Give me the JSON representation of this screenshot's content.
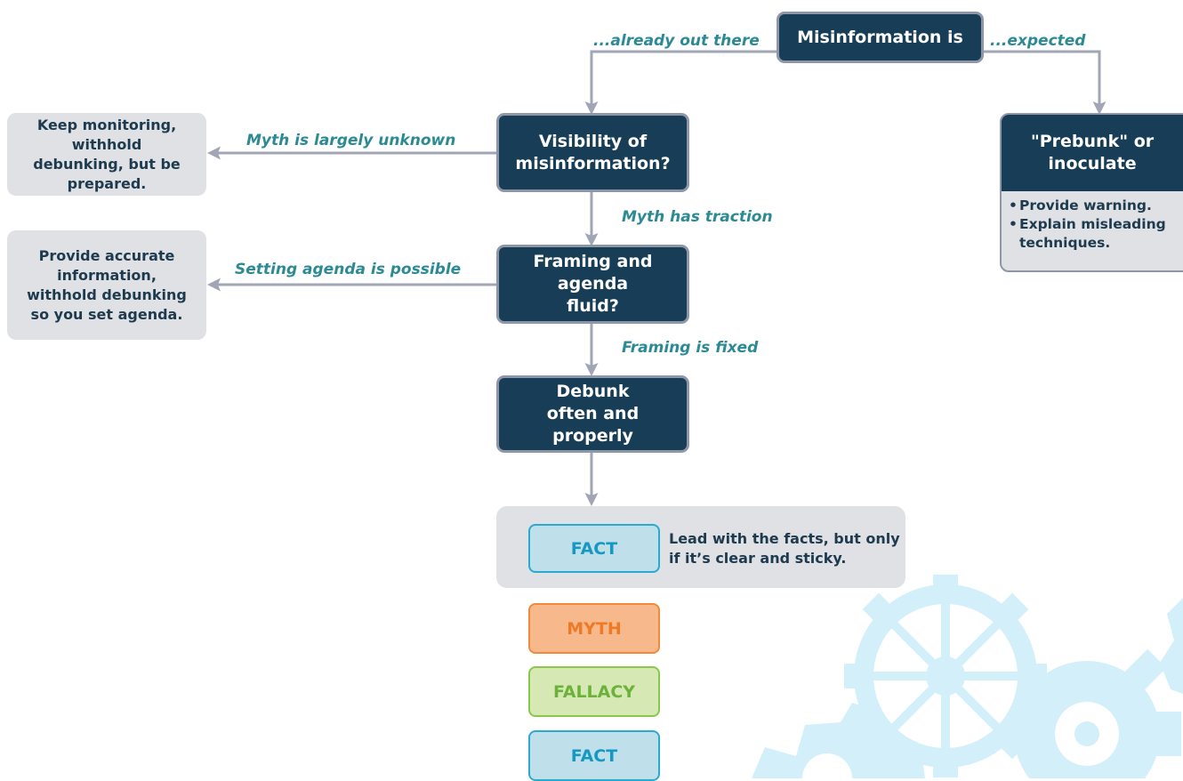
{
  "root": "Misinformation is",
  "branches": {
    "left": "...already out there",
    "right": "...expected"
  },
  "nodes": {
    "visibility": "Visibility of misinformation?",
    "framing": "Framing and agenda fluid?",
    "debunk": "Debunk often and properly",
    "prebunk": "\"Prebunk\" or inoculate"
  },
  "outcomes": {
    "monitor": "Keep monitoring, withhold debunking, but be prepared.",
    "accurate": "Provide accurate information, withhold debunking so you set agenda."
  },
  "edge_labels": {
    "unknown": "Myth is largely unknown",
    "traction": "Myth has traction",
    "agenda_possible": "Setting agenda is possible",
    "framing_fixed": "Framing is fixed"
  },
  "prebunk_items": [
    "Provide warning.",
    "Explain misleading techniques."
  ],
  "fact_panel": {
    "tag": "FACT",
    "text": "Lead with the facts, but only if it’s clear and sticky."
  },
  "stack": {
    "myth": "MYTH",
    "fallacy": "FALLACY",
    "fact": "FACT"
  },
  "colors": {
    "node_dark": "#173d57",
    "outcome_grey": "#dfe1e4",
    "edge_label": "#2b8a94",
    "connector": "#a1a5b6",
    "fact": "#29abd0",
    "myth": "#f08a3c",
    "fallacy": "#8cc64a",
    "gear": "#d3effa"
  }
}
